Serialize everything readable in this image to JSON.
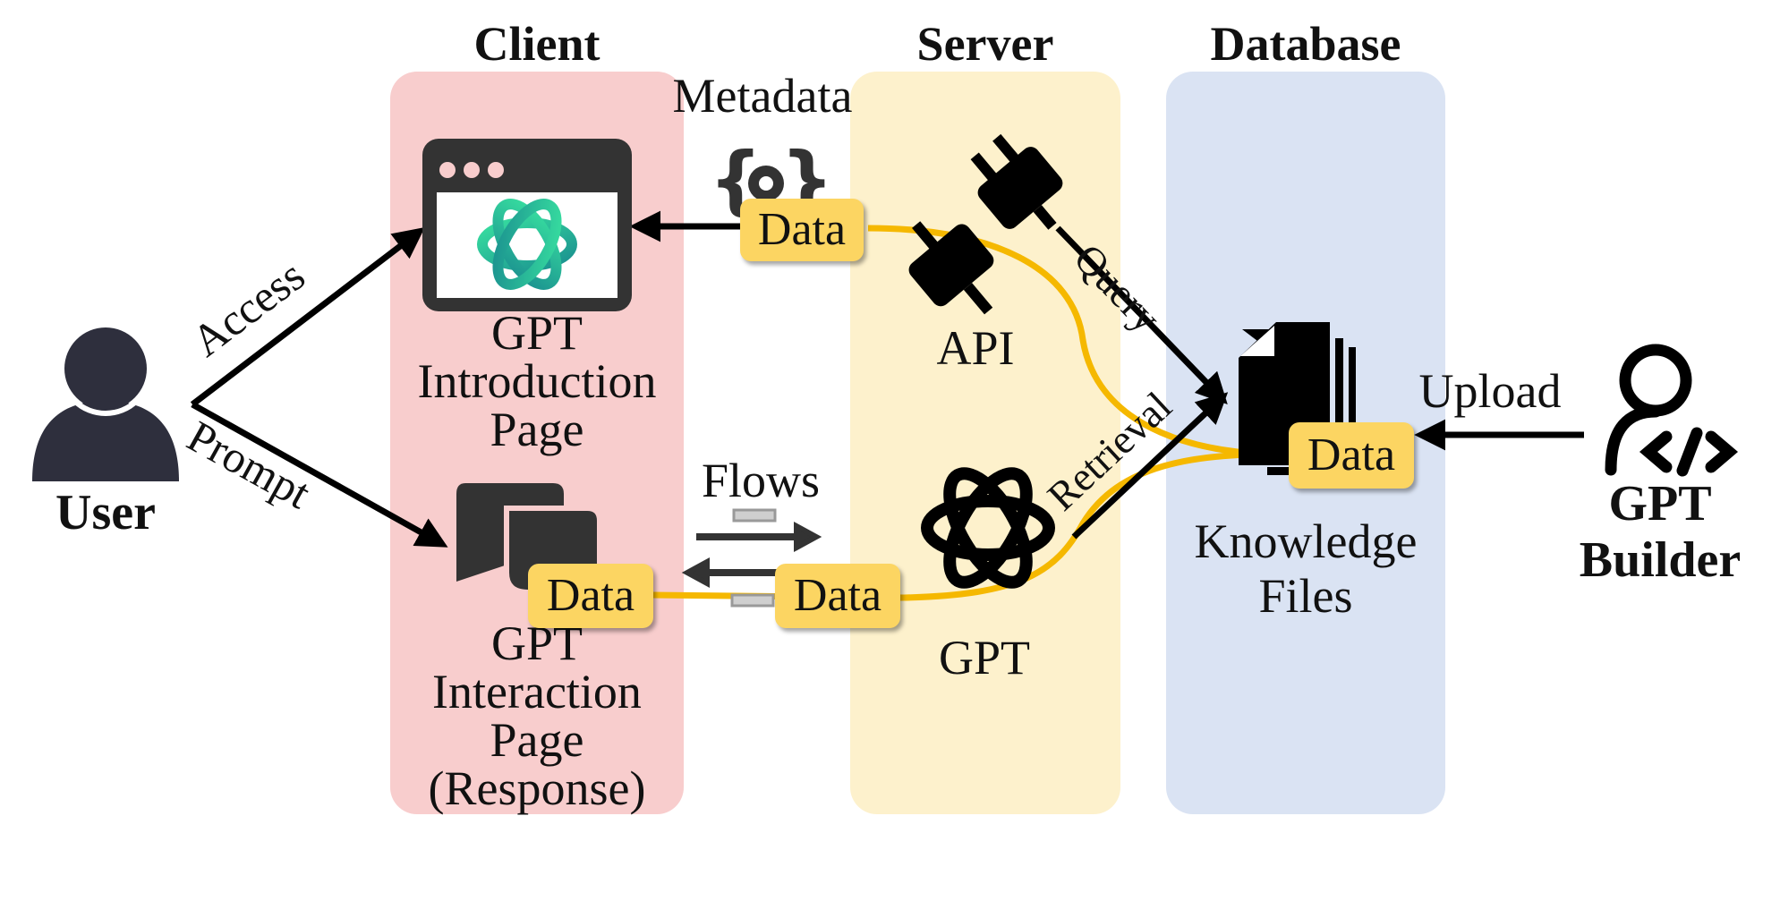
{
  "lanes": {
    "client": {
      "title": "Client",
      "color": "#f8cdcd"
    },
    "server": {
      "title": "Server",
      "color": "#fdf1cc"
    },
    "database": {
      "title": "Database",
      "color": "#dae3f3"
    }
  },
  "actors": {
    "user": "User",
    "builder_line1": "GPT",
    "builder_line2": "Builder"
  },
  "nodes": {
    "intro_page": [
      "GPT",
      "Introduction",
      "Page"
    ],
    "interaction_page": [
      "GPT",
      "Interaction",
      "Page",
      "(Response)"
    ],
    "api": "API",
    "gpt": "GPT",
    "knowledge_files": [
      "Knowledge",
      "Files"
    ]
  },
  "labels": {
    "metadata": "Metadata",
    "flows": "Flows",
    "access": "Access",
    "prompt": "Prompt",
    "query": "Query",
    "retrieval": "Retrieval",
    "upload": "Upload",
    "data": "Data"
  },
  "colors": {
    "data_badge": "#fcd562",
    "flow_line": "#f5b800",
    "arrow": "#000000",
    "icon_dark": "#333333"
  }
}
